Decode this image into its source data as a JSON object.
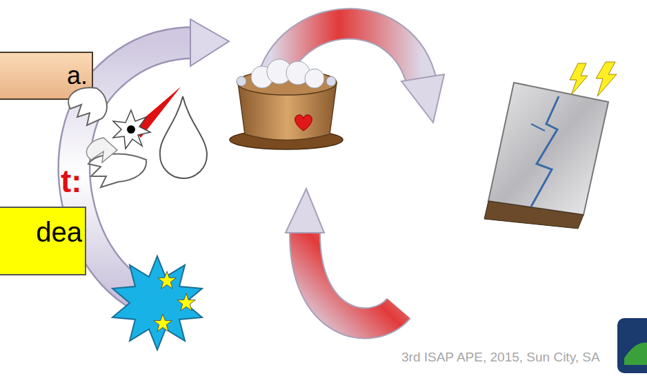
{
  "diagram": {
    "nodes": [
      {
        "text": [
          "a."
        ]
      },
      {
        "text": [
          "dea"
        ]
      }
    ],
    "labels": [
      "t:",
      "3rd ISAP APE, 2015, Sun City, SA"
    ]
  }
}
